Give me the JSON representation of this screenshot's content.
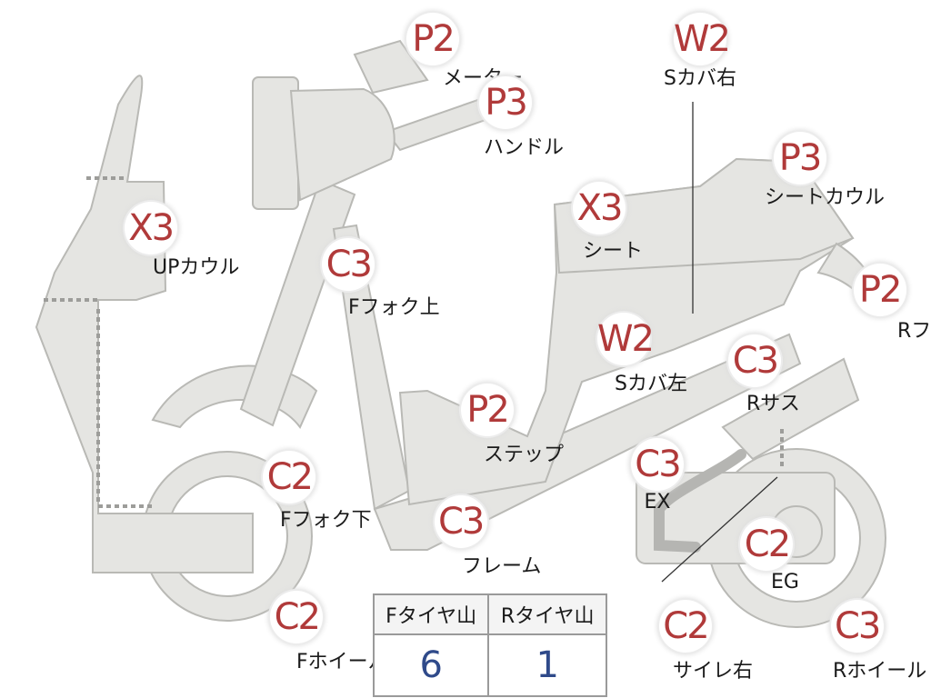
{
  "parts": [
    {
      "id": "meter",
      "grade": "P2",
      "label": "メーター"
    },
    {
      "id": "handle",
      "grade": "P3",
      "label": "ハンドル"
    },
    {
      "id": "scover-right",
      "grade": "W2",
      "label": "Sカバ右"
    },
    {
      "id": "seat-cowl",
      "grade": "P3",
      "label": "シートカウル"
    },
    {
      "id": "seat",
      "grade": "X3",
      "label": "シート"
    },
    {
      "id": "up-cowl",
      "grade": "X3",
      "label": "UPカウル"
    },
    {
      "id": "ffork-upper",
      "grade": "C3",
      "label": "Fフォク上"
    },
    {
      "id": "r-fender",
      "grade": "P2",
      "label": "Rフェン"
    },
    {
      "id": "scover-left",
      "grade": "W2",
      "label": "Sカバ左"
    },
    {
      "id": "r-suspension",
      "grade": "C3",
      "label": "Rサス"
    },
    {
      "id": "step",
      "grade": "P2",
      "label": "ステップ"
    },
    {
      "id": "ex",
      "grade": "C3",
      "label": "EX"
    },
    {
      "id": "ffork-lower",
      "grade": "C2",
      "label": "Fフォク下"
    },
    {
      "id": "frame",
      "grade": "C3",
      "label": "フレーム"
    },
    {
      "id": "eg",
      "grade": "C2",
      "label": "EG"
    },
    {
      "id": "f-wheel",
      "grade": "C2",
      "label": "Fホイール"
    },
    {
      "id": "muffler-right",
      "grade": "C2",
      "label": "サイレ右"
    },
    {
      "id": "r-wheel",
      "grade": "C3",
      "label": "Rホイール"
    }
  ],
  "tire_table": {
    "headers": [
      "Fタイヤ山",
      "Rタイヤ山"
    ],
    "values": [
      "6",
      "1"
    ]
  }
}
